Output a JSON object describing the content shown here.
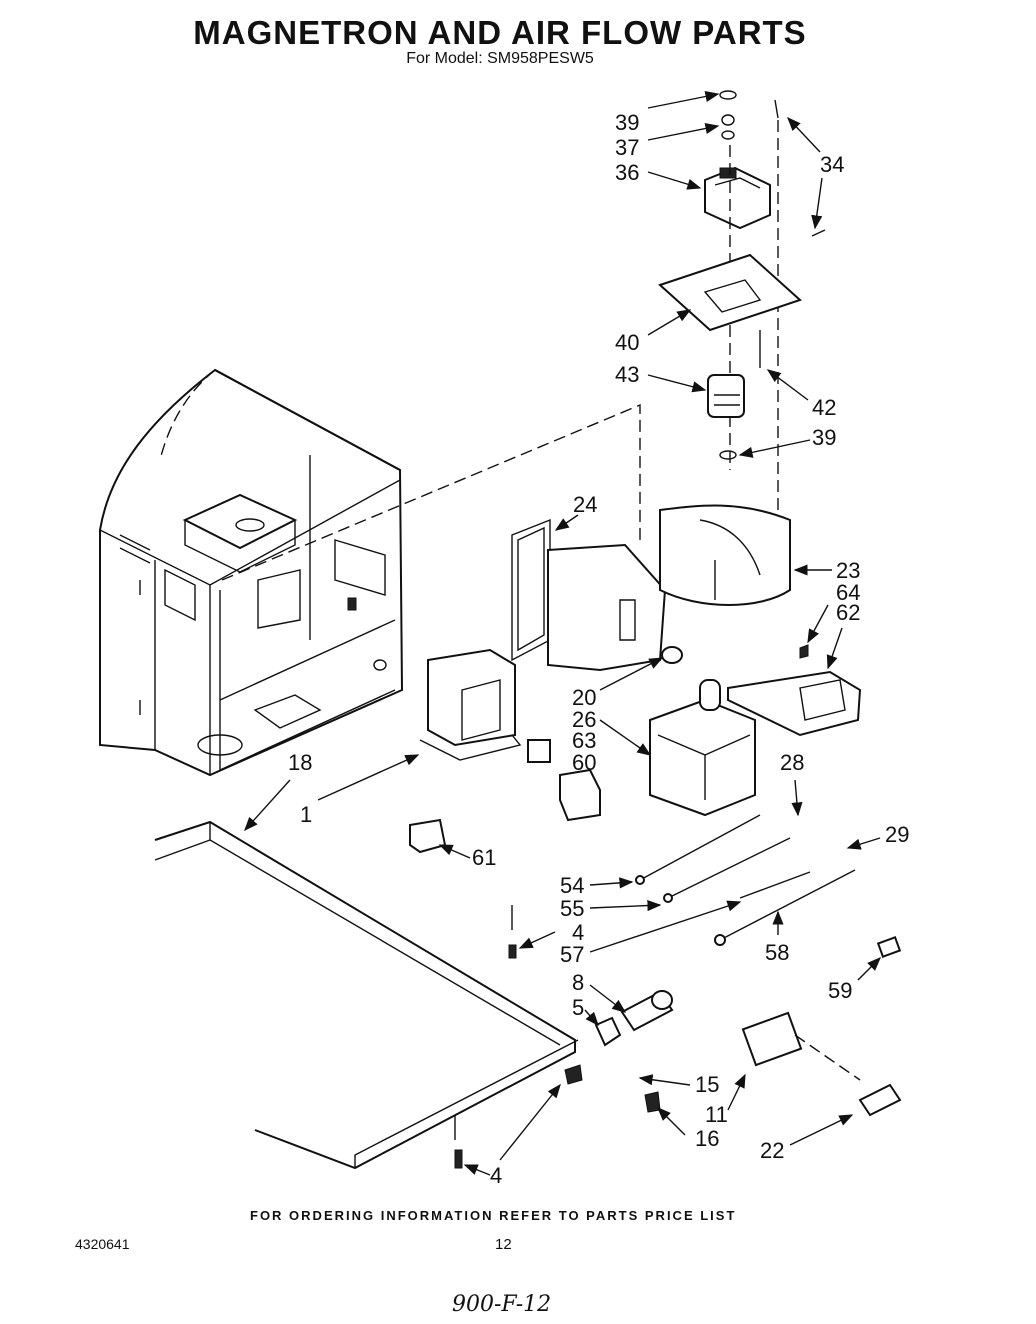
{
  "header": {
    "title": "MAGNETRON AND AIR FLOW PARTS",
    "subtitle": "For Model: SM958PESW5"
  },
  "footer": {
    "note": "FOR ORDERING INFORMATION REFER TO PARTS PRICE LIST",
    "doc_number": "4320641",
    "page_number": "12",
    "handwritten": "900-F-12"
  },
  "callouts": {
    "c39a": "39",
    "c37": "37",
    "c36": "36",
    "c34": "34",
    "c40": "40",
    "c43": "43",
    "c42": "42",
    "c39b": "39",
    "c24": "24",
    "c23": "23",
    "c64": "64",
    "c62": "62",
    "c20": "20",
    "c26": "26",
    "c63": "63",
    "c60": "60",
    "c28": "28",
    "c29": "29",
    "c18": "18",
    "c1": "1",
    "c61": "61",
    "c54": "54",
    "c55": "55",
    "c4a": "4",
    "c57": "57",
    "c58": "58",
    "c8": "8",
    "c59": "59",
    "c5": "5",
    "c15": "15",
    "c11": "11",
    "c16": "16",
    "c22": "22",
    "c4b": "4"
  }
}
